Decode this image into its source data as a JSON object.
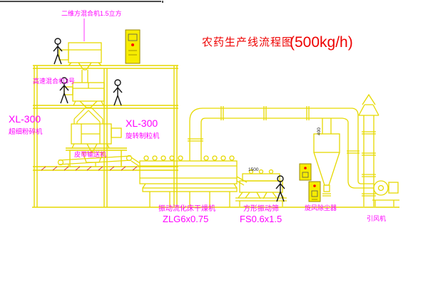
{
  "title": {
    "name": "农药生产线流程图",
    "capacity": "(500kg/h)"
  },
  "labels": {
    "top_mixer": "二维方混合机1.5立方",
    "high_speed_mixer": "高速混合机3号",
    "mill_model": "XL-300",
    "mill_name": "超细粉碎机",
    "granulator_model": "XL-300",
    "granulator_name": "旋转制粒机",
    "belt_conveyor": "皮带输送机",
    "dryer_name": "振动流化床干燥机",
    "dryer_model": "ZLG6x0.75",
    "screen_name": "方形振动筛",
    "screen_model": "FS0.6x1.5",
    "cyclone_name": "旋风除尘器",
    "fan_name": "引风机"
  },
  "dimensions": {
    "screen_length": "1500",
    "duct_diameter": "400"
  },
  "colors": {
    "line": "#e6d900",
    "label": "#ff00ff",
    "title": "#ee0000",
    "panel": "#f6ec00",
    "hatch": "#cc3333",
    "background": "#ffffff"
  }
}
